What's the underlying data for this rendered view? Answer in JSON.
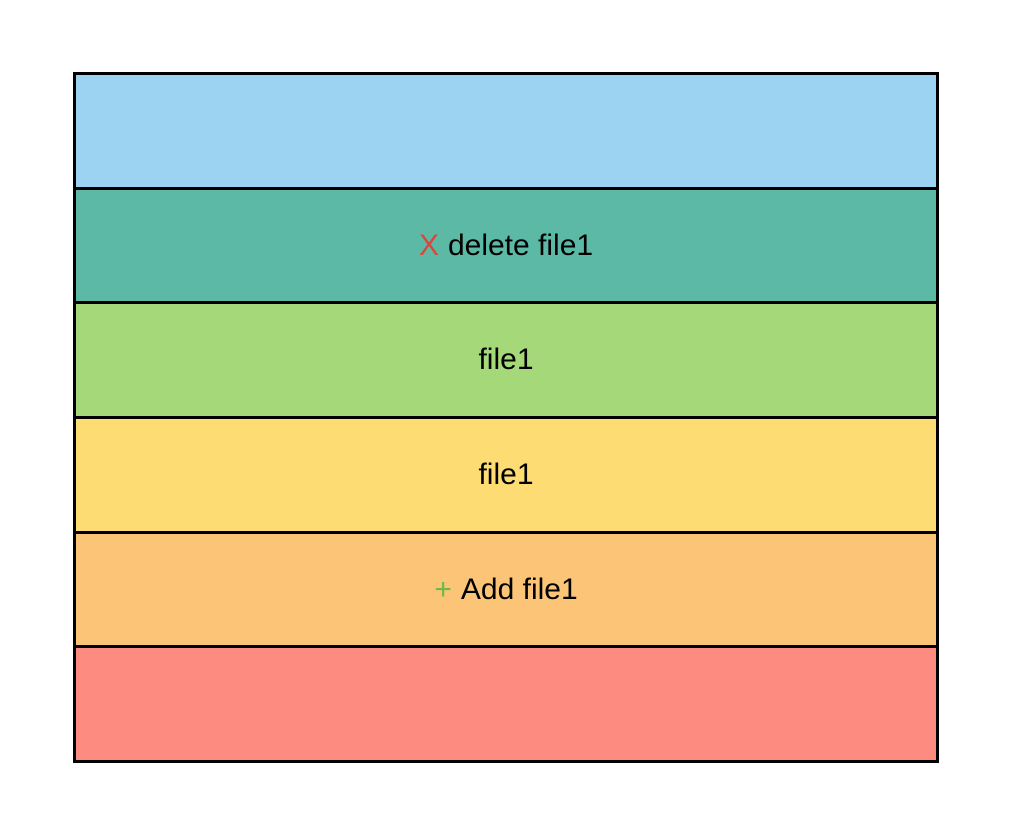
{
  "colors": {
    "band_blue": "#9dd3f2",
    "band_teal": "#5bb9a5",
    "band_green": "#a5d878",
    "band_yellow": "#fddc74",
    "band_orange": "#fbc477",
    "band_red": "#fd8b7f",
    "delete_glyph": "#d9463e",
    "add_glyph": "#6db94a"
  },
  "bands": {
    "delete": {
      "glyph": "X",
      "glyph_icon": "close-icon",
      "label": "delete file1"
    },
    "file_a": {
      "label": "file1"
    },
    "file_b": {
      "label": "file1"
    },
    "add": {
      "glyph": "+",
      "glyph_icon": "plus-icon",
      "label": "Add file1"
    }
  }
}
